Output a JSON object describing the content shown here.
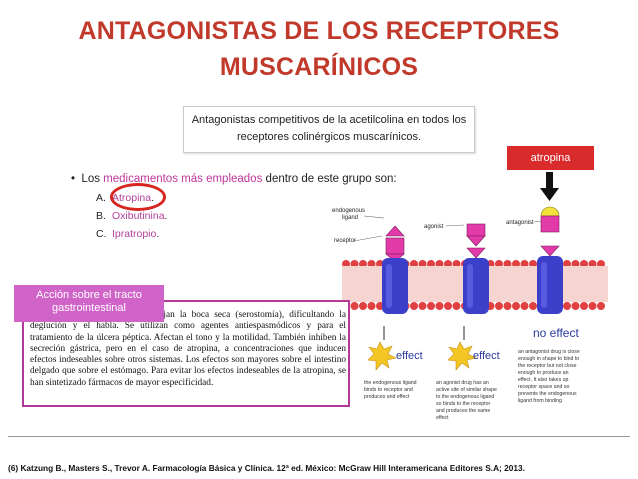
{
  "title": {
    "line1": "ANTAGONISTAS DE LOS RECEPTORES",
    "line2": "MUSCARÍNICOS"
  },
  "definition": {
    "line1": "Antagonistas competitivos de la acetilcolina en todos los",
    "line2": "receptores colinérgicos muscarínicos."
  },
  "bullet": {
    "prefix": "Los",
    "highlight": "medicamentos más empleados",
    "suffix": "dentro de este grupo son:"
  },
  "drugs": [
    {
      "letter": "A.",
      "name": "Atropina",
      "end": "."
    },
    {
      "letter": "B.",
      "name": "Oxibutinina",
      "end": "."
    },
    {
      "letter": "C.",
      "name": "Ipratropio",
      "end": "."
    }
  ],
  "atropina_label": "atropina",
  "accion_label": "Acción sobre el tracto gastrointestinal",
  "paragraph": "Inhiben la secreción salival y dejan la boca seca (serostomía), dificultando la deglución y el habla. Se utilizan como agentes antiespasmódicos y para el tratamiento de la úlcera péptica. Afectan el tono y la motilidad. También inhiben la secreción gástrica, pero en el caso de atropina, a concentraciones que inducen efectos indeseables sobre otros sistemas. Los efectos son mayores sobre el intestino delgado que sobre el estómago. Para evitar los efectos indeseables de la atropina, se han sintetizado fármacos de mayor especificidad.",
  "diagram": {
    "endogenous_ligand": "endogenous ligand",
    "receptor": "receptor",
    "agonist": "agonist",
    "antagonist": "antagonist",
    "effect1": "effect",
    "effect2": "effect",
    "no_effect": "no effect",
    "cap1": [
      "the endogenous ligand",
      "binds to receptor and",
      "produces and effect"
    ],
    "cap2": [
      "an agonist drug has an",
      "active site of similar shape",
      "to the endogenous ligand",
      "so binds to the receptor",
      "and produces the same",
      "effect"
    ],
    "cap3": [
      "an antagonist drug is close",
      "enough in shape to bind to",
      "the receptor but not close",
      "enough to produce an",
      "effect. It also takes up",
      "receptor space and so",
      "prevents the endogenous",
      "ligand from binding"
    ]
  },
  "footer": "(6) Katzung B., Masters S., Trevor A. Farmacología Básica y Clínica. 12ª ed. México: McGraw Hill Interamericana Editores S.A; 2013.",
  "colors": {
    "title": "#c0392b",
    "accent_magenta": "#c0359b",
    "receptor_blue": "#3c3fc9",
    "ligand_pink": "#e23aa9",
    "membrane_red": "#e04040",
    "atropina_label": "#d92b2b"
  }
}
